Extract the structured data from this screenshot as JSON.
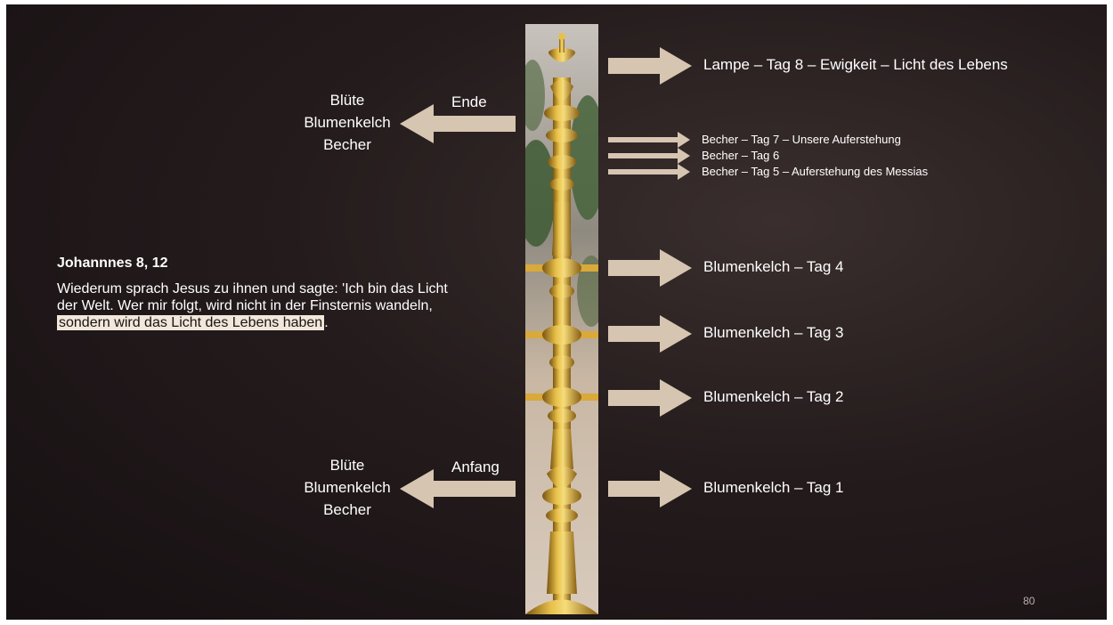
{
  "colors": {
    "background": "#1e1718",
    "arrow": "#d6c5b0",
    "text": "#ffffff",
    "gold": "#c8961c",
    "highlight": "#f1e7db"
  },
  "left_top": {
    "arrow_label": "Ende",
    "lines": [
      "Blüte",
      "Blumenkelch",
      "Becher"
    ]
  },
  "left_bottom": {
    "arrow_label": "Anfang",
    "lines": [
      "Blüte",
      "Blumenkelch",
      "Becher"
    ]
  },
  "verse": {
    "title": "Johannnes 8, 12",
    "body_plain": "Wiederum sprach Jesus zu ihnen und sagte: 'Ich bin das Licht der Welt. Wer mir folgt, wird nicht in der Finsternis wandeln, ",
    "body_highlight": "sondern wird das Licht des Lebens haben",
    "body_end": "."
  },
  "right_labels": {
    "lamp": "Lampe – Tag 8 – Ewigkeit  – Licht des Lebens",
    "becher7": "Becher  – Tag 7 – Unsere Auferstehung",
    "becher6": "Becher  – Tag 6",
    "becher5": "Becher  – Tag 5 – Auferstehung des Messias",
    "kelch4": "Blumenkelch – Tag 4",
    "kelch3": "Blumenkelch – Tag 3",
    "kelch2": "Blumenkelch – Tag 2",
    "kelch1": "Blumenkelch – Tag 1"
  },
  "page_number": "80"
}
